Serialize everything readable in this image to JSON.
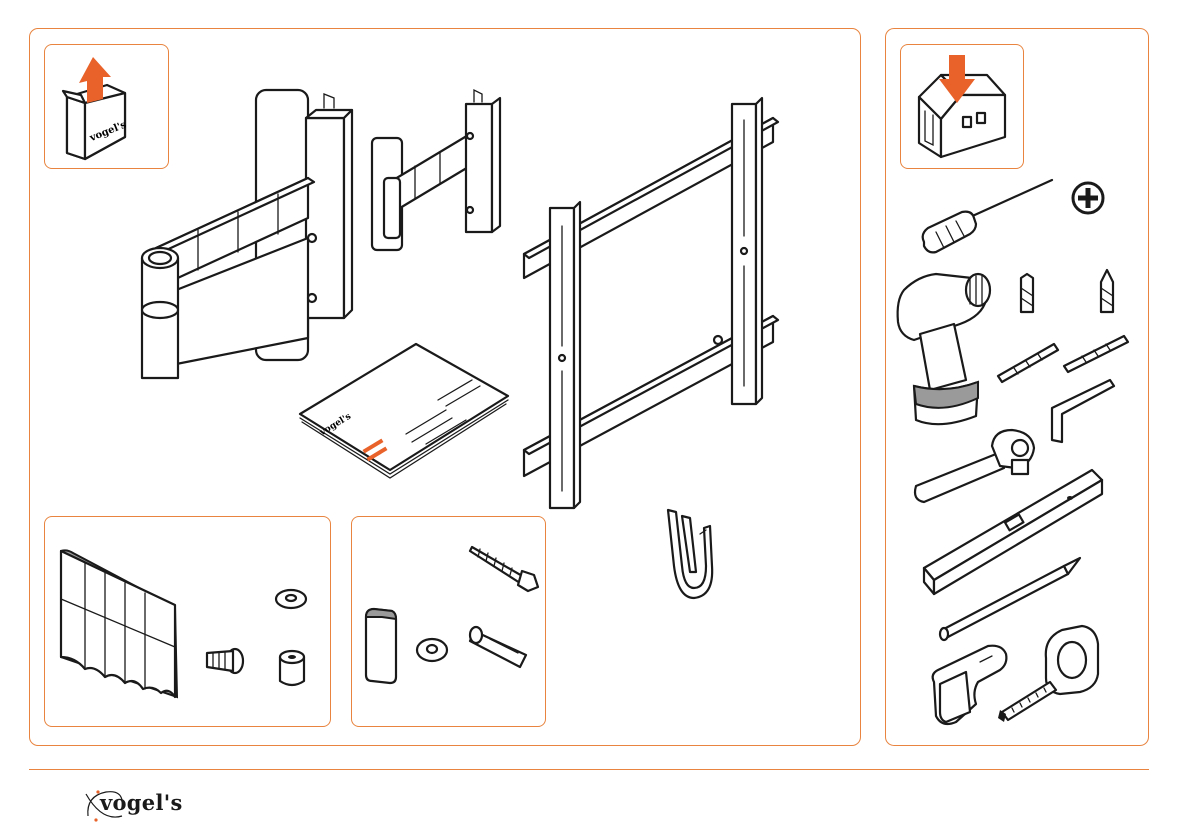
{
  "brand": {
    "logo_text": "vogel's",
    "box_label": "vogel's",
    "manual_label": "vogel's"
  },
  "colors": {
    "accent": "#e8843f",
    "arrow": "#e8622a",
    "ink": "#1a1a1a"
  },
  "icons": {
    "unpack": "box-with-up-arrow-icon",
    "mount_indoor": "house-with-down-arrow-icon",
    "phillips": "phillips-head-icon"
  },
  "parts": [
    "swivel-arm",
    "wall-plate-arm",
    "tv-bracket",
    "manual",
    "cable-clip"
  ],
  "hardware_a": [
    "spacer-bag",
    "bolt",
    "washer",
    "spacer"
  ],
  "hardware_b": [
    "wood-screw",
    "cover-strip",
    "washer",
    "wall-plug"
  ],
  "tools": [
    "screwdriver",
    "drill",
    "masonry-bit",
    "wood-bit",
    "drill-bit",
    "drill-bit",
    "hex-key",
    "socket-wrench",
    "spirit-level",
    "pencil",
    "stud-finder",
    "tape-measure"
  ]
}
